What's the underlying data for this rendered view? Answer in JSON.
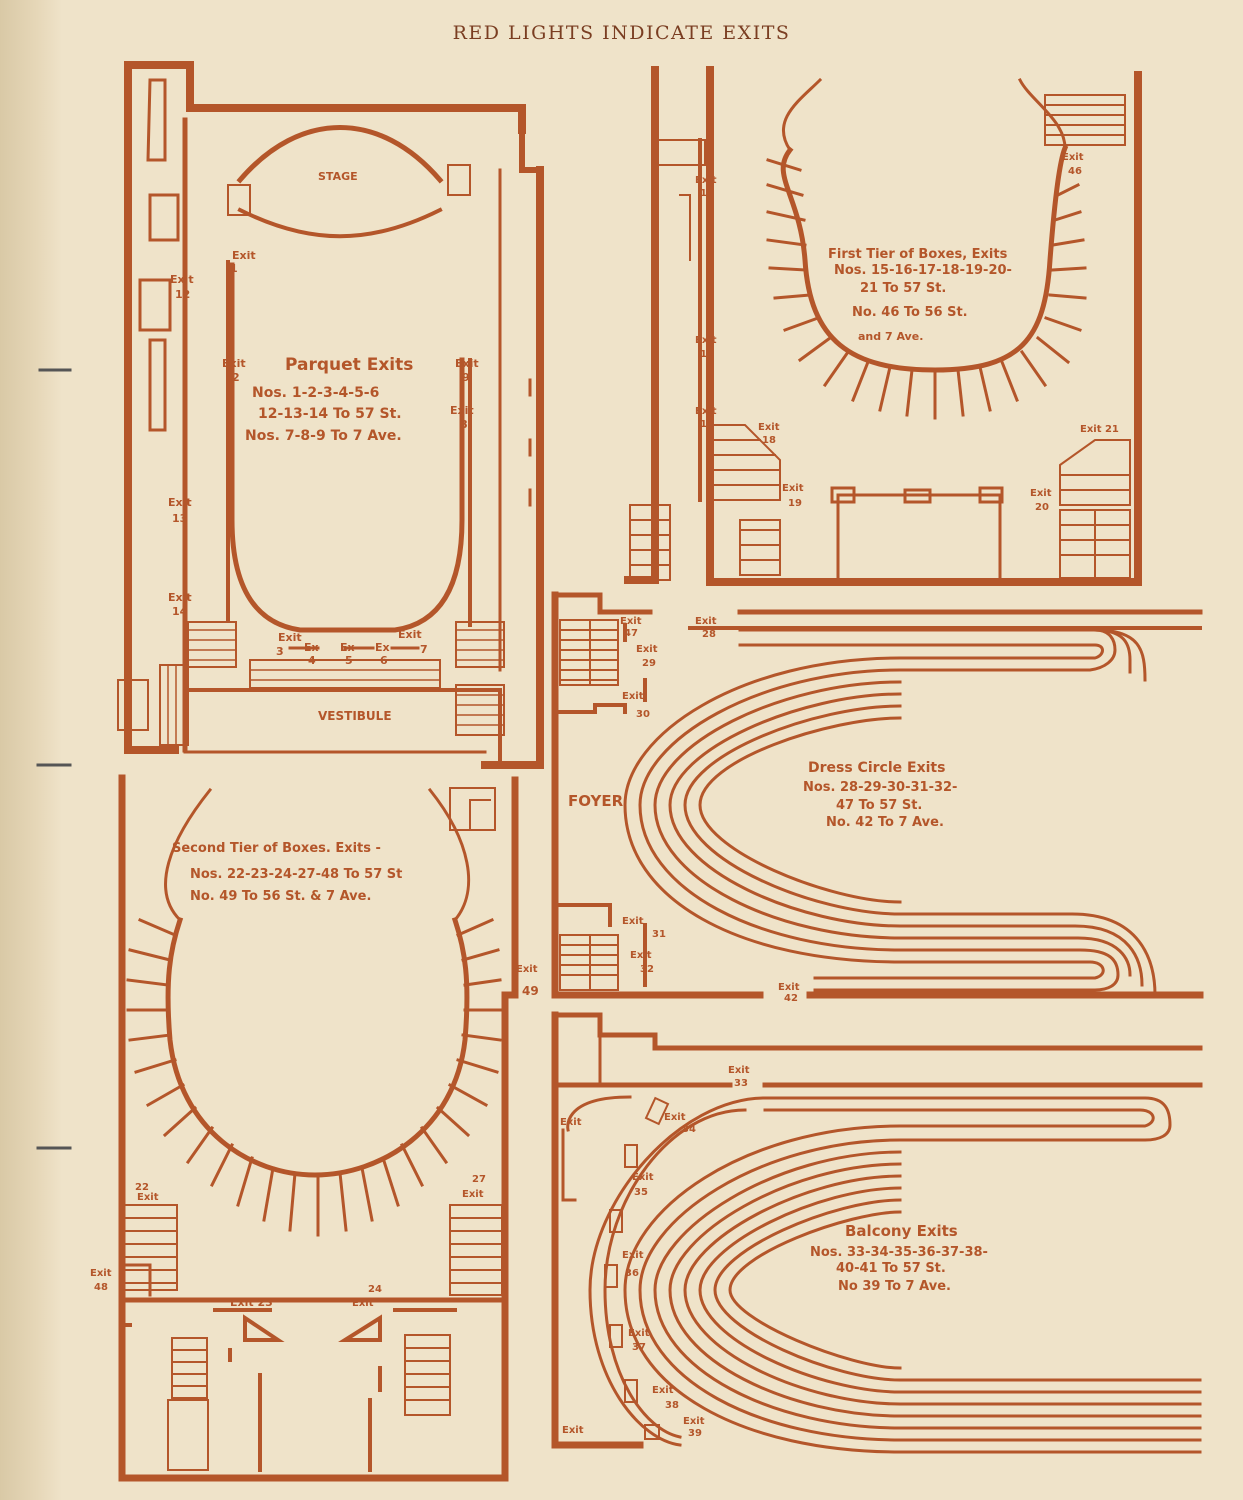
{
  "header": "RED LIGHTS INDICATE EXITS",
  "colors": {
    "ink": "#b4562a",
    "paper": "#efe3c9",
    "header_ink": "#7a3e22"
  },
  "parquet": {
    "stage": "STAGE",
    "vestibule": "VESTIBULE",
    "title": "Parquet Exits",
    "line1": "Nos. 1-2-3-4-5-6",
    "line2": "12-13-14 To 57 St.",
    "line3": "Nos. 7-8-9 To 7 Ave.",
    "exits": {
      "e1": [
        "Exit",
        "1"
      ],
      "e2": [
        "Exit",
        "2"
      ],
      "e8": [
        "Exit",
        "8"
      ],
      "e9": [
        "Exit",
        "9"
      ],
      "e12": [
        "Exit",
        "12"
      ],
      "e13": [
        "Exit",
        "13"
      ],
      "e14": [
        "Exit",
        "14"
      ],
      "e3": [
        "Exit",
        "3"
      ],
      "e4": [
        "Ex",
        "4"
      ],
      "e5": [
        "Ex",
        "5"
      ],
      "e6": [
        "Ex",
        "6"
      ],
      "e7": [
        "Exit",
        "7"
      ]
    }
  },
  "first_tier": {
    "title": "First Tier of Boxes, Exits",
    "line1": "Nos. 15-16-17-18-19-20-",
    "line2": "21 To 57 St.",
    "line3": "No. 46 To 56 St.",
    "line4": "and 7 Ave.",
    "exits": {
      "e15": [
        "Exit",
        "15"
      ],
      "e16": [
        "Exit",
        "16"
      ],
      "e17": [
        "Exit",
        "17"
      ],
      "e18": [
        "Exit",
        "18"
      ],
      "e19": [
        "Exit",
        "19"
      ],
      "e20": [
        "Exit",
        "20"
      ],
      "e21": [
        "Exit 21",
        ""
      ],
      "e46": [
        "Exit",
        "46"
      ]
    }
  },
  "dress_circle": {
    "title": "Dress Circle Exits",
    "line1": "Nos. 28-29-30-31-32-",
    "line2": "47 To 57 St.",
    "line3": "No. 42 To 7 Ave.",
    "foyer": "FOYER",
    "exits": {
      "e47": [
        "Exit",
        "47"
      ],
      "e28": [
        "Exit",
        "28"
      ],
      "e29": [
        "Exit",
        "29"
      ],
      "e30": [
        "Exit",
        "30"
      ],
      "e31": [
        "Exit",
        "31"
      ],
      "e32": [
        "Exit",
        "32"
      ],
      "e42": [
        "Exit",
        "42"
      ]
    }
  },
  "second_tier": {
    "title": "Second Tier of Boxes. Exits -",
    "line1": "Nos. 22-23-24-27-48 To 57 St",
    "line2": "No. 49 To 56 St. & 7 Ave.",
    "exits": {
      "e49": [
        "Exit",
        "49"
      ],
      "e22": [
        "22",
        "Exit"
      ],
      "e27": [
        "27",
        "Exit"
      ],
      "e48": [
        "Exit",
        "48"
      ],
      "e23": [
        "Exit 23",
        ""
      ],
      "e24": [
        "24",
        "Exit"
      ]
    }
  },
  "balcony": {
    "title": "Balcony Exits",
    "line1": "Nos. 33-34-35-36-37-38-",
    "line2": "40-41 To 57 St.",
    "line3": "No 39 To 7 Ave.",
    "exits": {
      "e33": [
        "Exit",
        "33"
      ],
      "e34": [
        "Exit",
        "34"
      ],
      "e35": [
        "Exit",
        "35"
      ],
      "e36": [
        "Exit",
        "36"
      ],
      "e37": [
        "Exit",
        "37"
      ],
      "e38": [
        "Exit",
        "38"
      ],
      "e39": [
        "Exit",
        "39"
      ],
      "eL1": [
        "Exit",
        ""
      ],
      "eL2": [
        "Exit",
        ""
      ]
    }
  }
}
